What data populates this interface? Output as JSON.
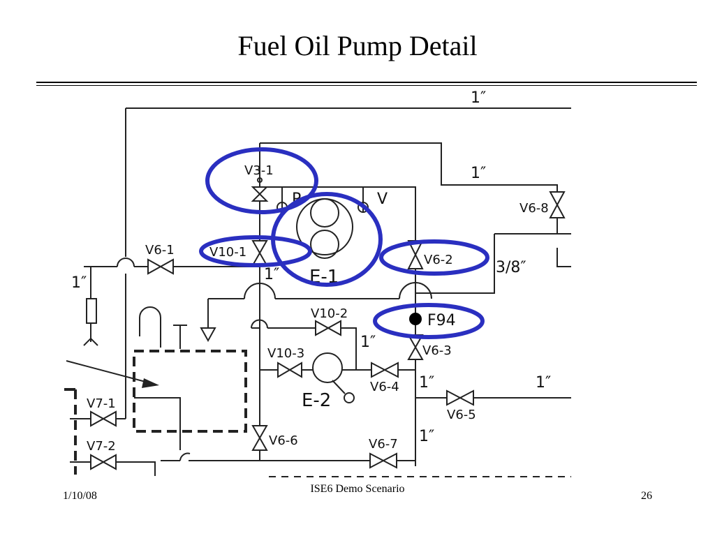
{
  "slide": {
    "title": "Fuel Oil Pump Detail",
    "footer_date": "1/10/08",
    "footer_center": "ISE6 Demo Scenario",
    "footer_page": "26"
  },
  "diagram": {
    "labels": {
      "pipe_top": "1″",
      "pipe_upper_right": "1″",
      "pipe_left": "1″",
      "pipe_mid_e1": "1″",
      "pipe_mid_v102": "1″",
      "pipe_right_v64": "1″",
      "pipe_right_v65": "1″",
      "pipe_right_v67": "1″",
      "pipe_3_8": "3/8″",
      "v3_1": "V3-1",
      "p": "P",
      "v": "V",
      "v6_8": "V6-8",
      "v6_1": "V6-1",
      "v10_1": "V10-1",
      "e_1": "E-1",
      "v6_2": "V6-2",
      "f94": "F94",
      "v10_2": "V10-2",
      "v6_3": "V6-3",
      "v10_3": "V10-3",
      "v6_4": "V6-4",
      "e_2": "E-2",
      "v6_5": "V6-5",
      "v7_1": "V7-1",
      "v6_6": "V6-6",
      "v7_2": "V7-2",
      "v6_7": "V6-7"
    },
    "colors": {
      "highlight": "#2a2fc0",
      "line": "#222222"
    }
  }
}
